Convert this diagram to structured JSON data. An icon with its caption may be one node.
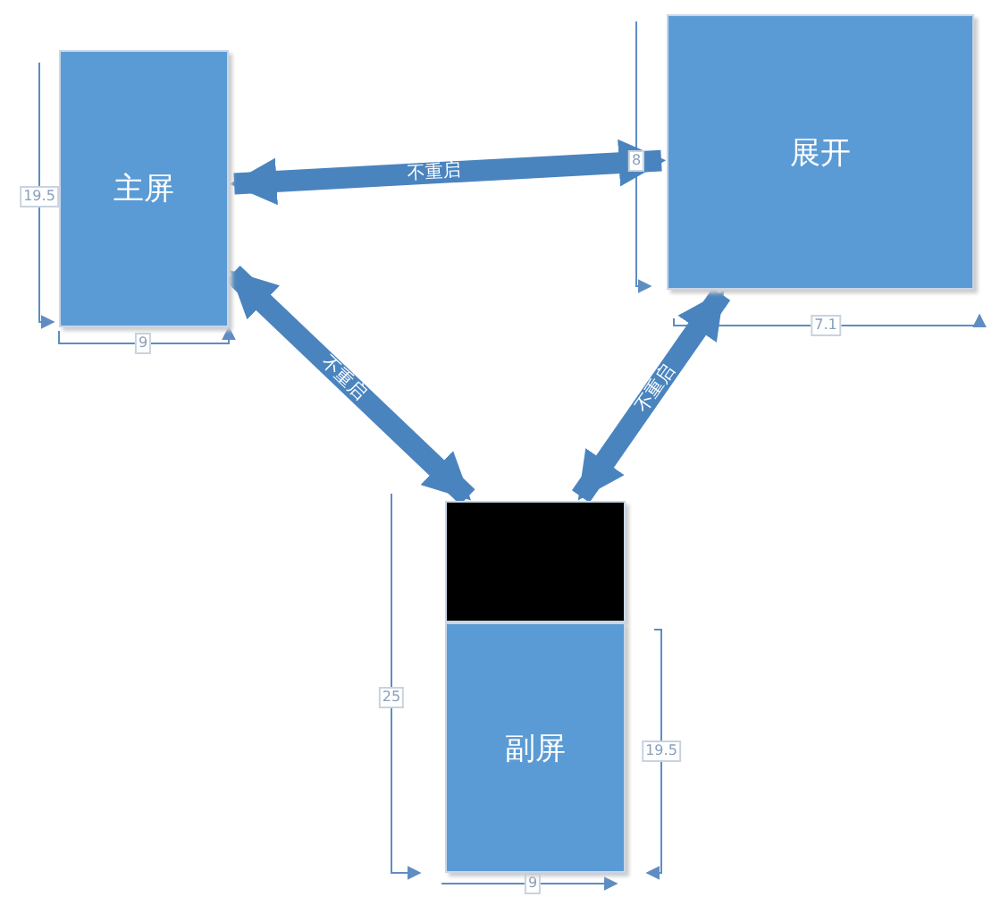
{
  "diagram": {
    "nodes": [
      {
        "text": [
          "主屏"
        ]
      },
      {
        "text": [
          "展开"
        ]
      },
      {
        "text": [],
        "shape": "box"
      },
      {
        "text": [
          "副屏"
        ]
      }
    ],
    "edges": [
      {
        "from": 0,
        "to": 1,
        "arrow": "both",
        "label": "不重启"
      },
      {
        "from": 0,
        "to": 2,
        "arrow": "both",
        "label": "不重启"
      },
      {
        "from": 1,
        "to": 2,
        "arrow": "both",
        "label": "不重启"
      }
    ],
    "labels": [
      "19.5",
      "9",
      "8",
      "7.1",
      "25",
      "19.5",
      "9"
    ]
  }
}
